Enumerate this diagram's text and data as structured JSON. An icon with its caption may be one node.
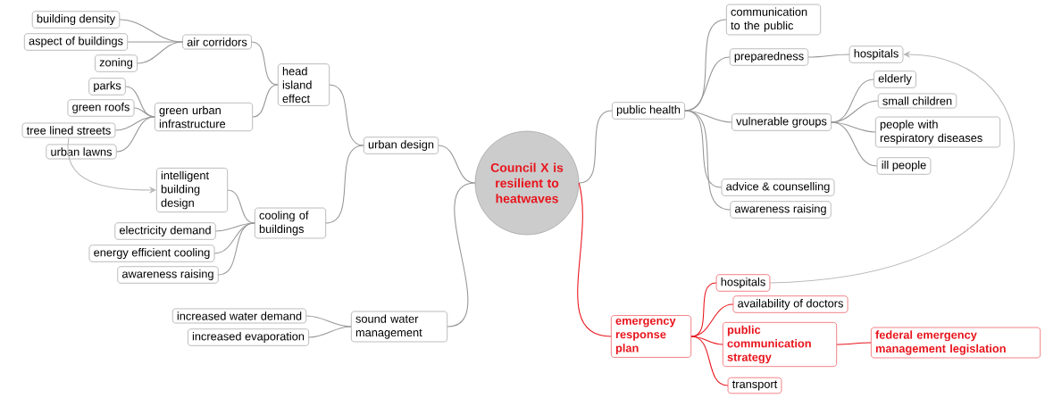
{
  "diagram": {
    "nodes": [
      {
        "text": [
          "Council X is resilient to heatwaves"
        ]
      },
      {
        "text": [
          "urban design"
        ]
      },
      {
        "text": [
          "head island effect"
        ]
      },
      {
        "text": [
          "air corridors"
        ]
      },
      {
        "text": [
          "building density"
        ]
      },
      {
        "text": [
          "aspect of buildings"
        ]
      },
      {
        "text": [
          "zoning"
        ]
      },
      {
        "text": [
          "green urban infrastructure"
        ]
      },
      {
        "text": [
          "parks"
        ]
      },
      {
        "text": [
          "green roofs"
        ]
      },
      {
        "text": [
          "tree lined streets"
        ]
      },
      {
        "text": [
          "urban lawns"
        ]
      },
      {
        "text": [
          "cooling of buildings"
        ]
      },
      {
        "text": [
          "intelligent building design"
        ]
      },
      {
        "text": [
          "electricity demand"
        ]
      },
      {
        "text": [
          "energy efficient cooling"
        ]
      },
      {
        "text": [
          "awareness raising"
        ]
      },
      {
        "text": [
          "sound water management"
        ]
      },
      {
        "text": [
          "increased water demand"
        ]
      },
      {
        "text": [
          "increased evaporation"
        ]
      },
      {
        "text": [
          "public health"
        ]
      },
      {
        "text": [
          "communication to the public"
        ]
      },
      {
        "text": [
          "preparedness"
        ]
      },
      {
        "text": [
          "hospitals"
        ]
      },
      {
        "text": [
          "vulnerable groups"
        ]
      },
      {
        "text": [
          "elderly"
        ]
      },
      {
        "text": [
          "small children"
        ]
      },
      {
        "text": [
          "people with respiratory diseases"
        ]
      },
      {
        "text": [
          "ill people"
        ]
      },
      {
        "text": [
          "advice & counselling"
        ]
      },
      {
        "text": [
          "awareness raising"
        ]
      },
      {
        "text": [
          "emergency response plan"
        ]
      },
      {
        "text": [
          "hospitals"
        ]
      },
      {
        "text": [
          "availability of doctors"
        ]
      },
      {
        "text": [
          "public communication strategy"
        ]
      },
      {
        "text": [
          "federal emergency management legislation"
        ]
      },
      {
        "text": [
          "transport"
        ]
      }
    ],
    "edges": [
      {
        "from": 0,
        "to": 1,
        "arrow": "none"
      },
      {
        "from": 1,
        "to": 2,
        "arrow": "none"
      },
      {
        "from": 2,
        "to": 3,
        "arrow": "none"
      },
      {
        "from": 3,
        "to": 4,
        "arrow": "none"
      },
      {
        "from": 3,
        "to": 5,
        "arrow": "none"
      },
      {
        "from": 3,
        "to": 6,
        "arrow": "none"
      },
      {
        "from": 2,
        "to": 7,
        "arrow": "none"
      },
      {
        "from": 7,
        "to": 8,
        "arrow": "none"
      },
      {
        "from": 7,
        "to": 9,
        "arrow": "none"
      },
      {
        "from": 7,
        "to": 10,
        "arrow": "none"
      },
      {
        "from": 7,
        "to": 11,
        "arrow": "none"
      },
      {
        "from": 1,
        "to": 12,
        "arrow": "none"
      },
      {
        "from": 12,
        "to": 13,
        "arrow": "none"
      },
      {
        "from": 12,
        "to": 14,
        "arrow": "none"
      },
      {
        "from": 12,
        "to": 15,
        "arrow": "none"
      },
      {
        "from": 12,
        "to": 16,
        "arrow": "none"
      },
      {
        "from": 0,
        "to": 17,
        "arrow": "none"
      },
      {
        "from": 17,
        "to": 18,
        "arrow": "none"
      },
      {
        "from": 17,
        "to": 19,
        "arrow": "none"
      },
      {
        "from": 10,
        "to": 13,
        "arrow": "to"
      },
      {
        "from": 0,
        "to": 20,
        "arrow": "none"
      },
      {
        "from": 20,
        "to": 21,
        "arrow": "none"
      },
      {
        "from": 20,
        "to": 22,
        "arrow": "none"
      },
      {
        "from": 22,
        "to": 23,
        "arrow": "none"
      },
      {
        "from": 20,
        "to": 24,
        "arrow": "none"
      },
      {
        "from": 24,
        "to": 25,
        "arrow": "none"
      },
      {
        "from": 24,
        "to": 26,
        "arrow": "none"
      },
      {
        "from": 24,
        "to": 27,
        "arrow": "none"
      },
      {
        "from": 24,
        "to": 28,
        "arrow": "none"
      },
      {
        "from": 20,
        "to": 29,
        "arrow": "none"
      },
      {
        "from": 20,
        "to": 30,
        "arrow": "none"
      },
      {
        "from": 0,
        "to": 31,
        "arrow": "none",
        "color": "#e8141c"
      },
      {
        "from": 31,
        "to": 32,
        "arrow": "none",
        "color": "#e8141c"
      },
      {
        "from": 31,
        "to": 33,
        "arrow": "none",
        "color": "#e8141c"
      },
      {
        "from": 31,
        "to": 34,
        "arrow": "none",
        "color": "#e8141c"
      },
      {
        "from": 31,
        "to": 36,
        "arrow": "none",
        "color": "#e8141c"
      },
      {
        "from": 34,
        "to": 35,
        "arrow": "none",
        "color": "#e8141c"
      },
      {
        "from": 32,
        "to": 23,
        "arrow": "to"
      }
    ]
  }
}
